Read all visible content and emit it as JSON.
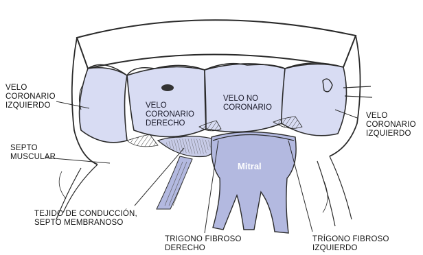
{
  "labels": {
    "velo_coronario_izquierdo_left": [
      "VELO",
      "CORONARIO",
      "IZQUIERDO"
    ],
    "velo_coronario_izquierdo_right": [
      "VELO",
      "CORONARIO",
      "IZQUIERDO"
    ],
    "velo_coronario_derecho": [
      "VELO",
      "CORONARIO",
      "DERECHO"
    ],
    "velo_no_coronario": [
      "VELO NO",
      "CORONARIO"
    ],
    "septo_muscular": [
      "SEPTO",
      "MUSCULAR"
    ],
    "mitral": "Mitral",
    "tejido_conduccion": [
      "TEJIDO DE CONDUCCIÓN,",
      "SEPTO MEMBRANOSO"
    ],
    "trigono_derecho": [
      "TRIGONO FIBROSO",
      "DERECHO"
    ],
    "trigono_izquierdo": [
      "TRÍGONO FIBROSO",
      "IZQUIERDO"
    ]
  },
  "colors": {
    "cusp_fill": "#d8dcf3",
    "mitral_fill": "#b3b9e0",
    "line": "#2a2a2a",
    "band_fill": "#ffffff"
  }
}
